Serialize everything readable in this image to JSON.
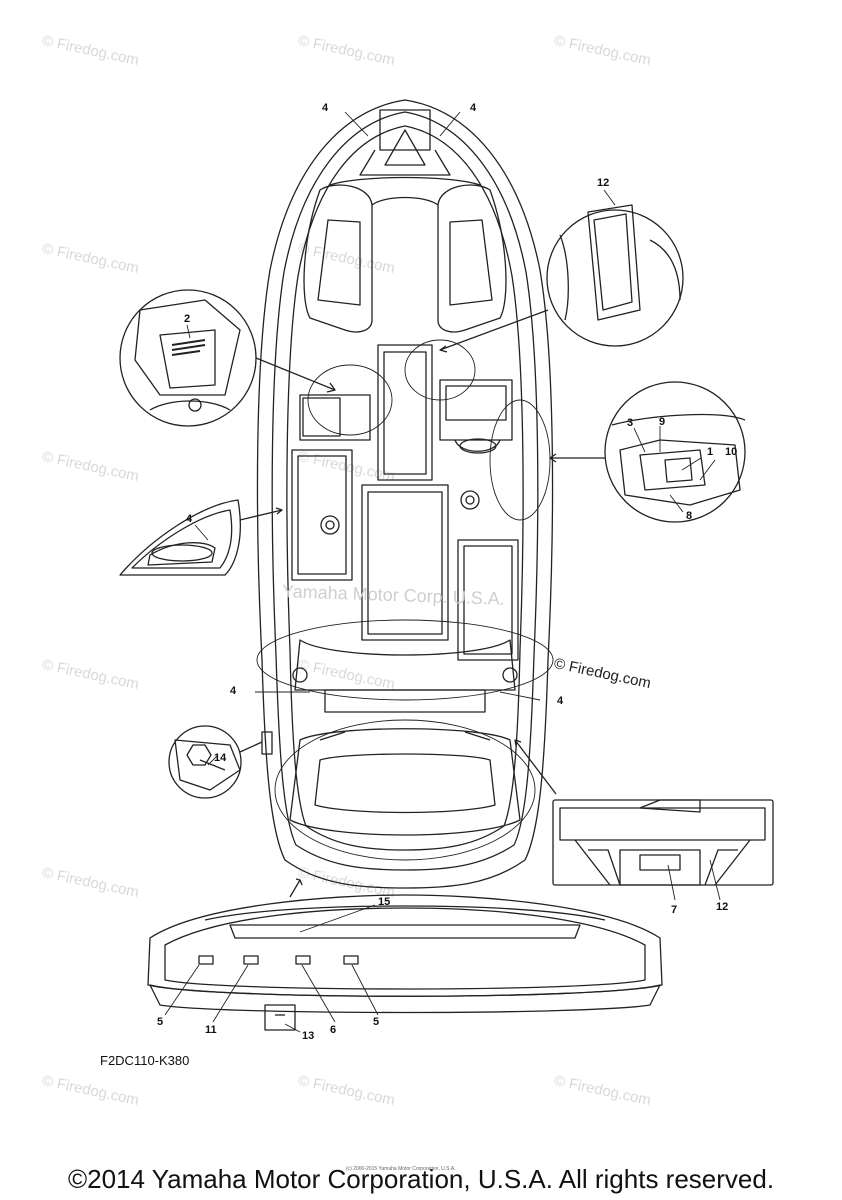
{
  "watermarks": {
    "text": "© Firedog.com",
    "center_text": "Yamaha Motor Corp. U.S.A."
  },
  "callouts": {
    "c4a": "4",
    "c4b": "4",
    "c12a": "12",
    "c2": "2",
    "c3": "3",
    "c9": "9",
    "c1": "1",
    "c10": "10",
    "c8": "8",
    "c4c": "4",
    "c4d": "4",
    "c4e": "4",
    "c14": "14",
    "c7": "7",
    "c12b": "12",
    "c15": "15",
    "c5a": "5",
    "c11": "11",
    "c13": "13",
    "c6": "6",
    "c5b": "5"
  },
  "firedog_mark": "© Firedog.com",
  "part_code": "F2DC110-K380",
  "tiny_line": "(c) 2000-2015 Yamaha Motor Corporation, U.S.A.",
  "footer": "©2014 Yamaha Motor Corporation, U.S.A. All rights reserved."
}
